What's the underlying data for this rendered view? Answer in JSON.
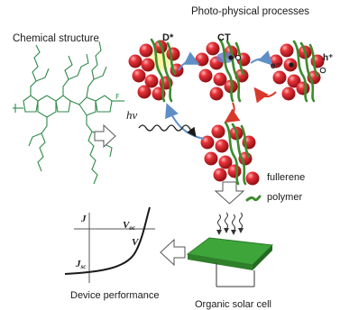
{
  "titles": {
    "photo_physical": "Photo-physical processes",
    "chemical_structure": "Chemical structure"
  },
  "states": {
    "donor_excited": "D*",
    "charge_transfer": "CT",
    "electron": "e⁻",
    "hole": "h⁺",
    "photon": "hν"
  },
  "legend": {
    "fullerene": "fullerene",
    "polymer": "polymer"
  },
  "device_curve": {
    "y_axis": "J",
    "x_axis": "V",
    "voc_main": "V",
    "voc_sub": "oc",
    "jsc_main": "J",
    "jsc_sub": "sc"
  },
  "captions": {
    "device_performance": "Device performance",
    "organic_solar_cell": "Organic solar cell"
  },
  "colors": {
    "fullerene_red": "#d8262a",
    "polymer_green": "#3d8b2e",
    "molecule_green": "#2f8a4a",
    "excited_yellow": "#f2e33a",
    "ct_blue": "#6f7fc9",
    "arrow_blue": "#5f8fc7",
    "arrow_red": "#d63a2a",
    "panel_green": "#3ea53a"
  }
}
